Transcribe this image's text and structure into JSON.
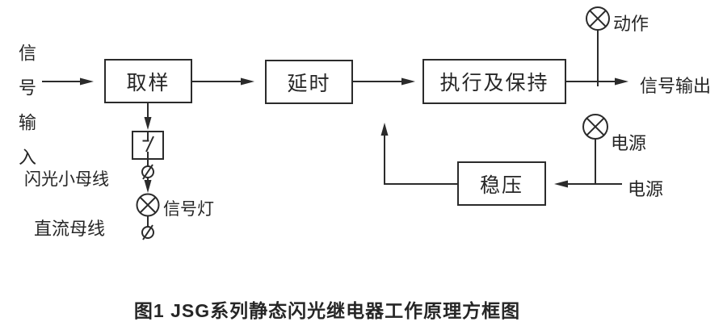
{
  "diagram": {
    "caption": "图1  JSG系列静态闪光继电器工作原理方框图",
    "blocks": {
      "sampling": "取样",
      "delay": "延时",
      "execute_hold": "执行及保持",
      "regulator": "稳压"
    },
    "labels": {
      "signal_input_vertical": "信号输入",
      "flash_bus": "闪光小母线",
      "dc_bus": "直流母线",
      "signal_lamp": "信号灯",
      "action_lamp": "动作",
      "power_lamp": "电源",
      "power_source": "电源",
      "signal_output": "信号输出"
    },
    "connections": [
      "信号输入 → 取样",
      "取样 → 延时",
      "延时 → 执行及保持",
      "执行及保持 → 信号输出 (动作灯接于输出线)",
      "电源 → 稳压 (电源灯接于电源线)",
      "稳压 → 延时/执行及保持之间节点 (向上箭头)",
      "取样 → 接点开关 → 端子ø → 信号灯 → 端子ø (闪光小母线/直流母线回路)"
    ],
    "icons": {
      "lamp": "circle-with-x",
      "terminal": "small-circle-with-slash",
      "contact_switch": "boxed-contact-symbol"
    },
    "colors": {
      "line": "#2b2b2b",
      "text": "#262626",
      "background": "#ffffff"
    }
  }
}
